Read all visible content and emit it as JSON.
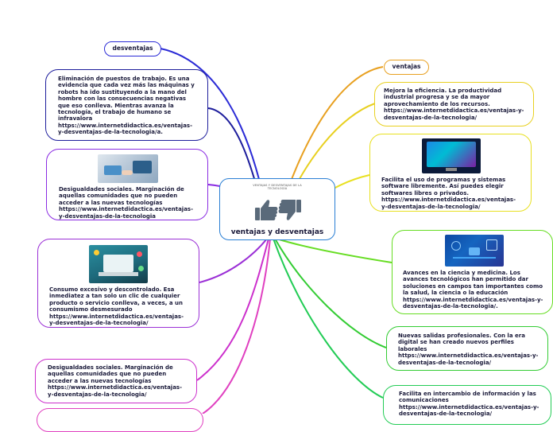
{
  "center": {
    "title": "ventajas y desventajas",
    "image_caption": "VENTAJAS Y DESVENTAJAS DE LA\nTECNOLOGÍA"
  },
  "left_branch": {
    "label": "desventajas",
    "items": [
      {
        "text": "Eliminación de puestos de trabajo. Es una evidencia que cada vez más las máquinas y robots ha ido sustituyendo a la mano del hombre con las consecuencias negativas que eso conlleva. Mientras avanza la tecnología, el trabajo de humano se infravalora\nhttps://www.internetdidactica.es/ventajas-y-desventajas-de-la-tecnologia/a."
      },
      {
        "text": "Desigualdades sociales. Marginación de aquellas comunidades que no pueden acceder a las nuevas tecnologías\nhttps://www.internetdidactica.es/ventajas-y-desventajas-de-la-tecnologia",
        "image": "hands-with-devices-image"
      },
      {
        "text": "Consumo excesivo y descontrolado. Esa inmediatez a tan solo un clic de cualquier producto o servicio conlleva, a veces, a un consumismo desmesurado\nhttps://www.internetdidactica.es/ventajas-y-desventajas-de-la-tecnologia/",
        "image": "laptop-apps-image"
      },
      {
        "text": "Desigualdades sociales. Marginación de aquellas comunidades que no pueden acceder a las nuevas tecnologías\nhttps://www.internetdidactica.es/ventajas-y-desventajas-de-la-tecnologia/"
      }
    ]
  },
  "right_branch": {
    "label": "ventajas",
    "items": [
      {
        "text": "Mejora la eficiencia. La productividad industrial progresa y se da mayor aprovechamiento de los recursos.\nhttps://www.internetdidactica.es/ventajas-y-desventajas-de-la-tecnologia/"
      },
      {
        "text": "Facilita el uso de programas y sistemas software libremente. Así puedes elegir softwares libres o privados.\nhttps://www.internetdidactica.es/ventajas-y-desventajas-de-la-tecnologia/",
        "image": "monitor-screen-image"
      },
      {
        "text": "Avances en la ciencia y medicina. Los avances tecnológicos han permitido dar soluciones en campos tan importantes como la salud, la ciencia o la educación\nhttps://www.internetdidactica.es/ventajas-y-desventajas-de-la-tecnologia/.",
        "image": "tech-network-image"
      },
      {
        "text": "Nuevas salidas profesionales. Con la era digital se han creado nuevos perfiles laborales\nhttps://www.internetdidactica.es/ventajas-y-desventajas-de-la-tecnologia/"
      },
      {
        "text": "Facilita en intercambio de información y las comunicaciones\nhttps://www.internetdidactica.es/ventajas-y-desventajas-de-la-tecnologia/"
      }
    ]
  },
  "colors": {
    "desventajas_branch": "#2b2bd6",
    "desventajas_item1": "#1d1d9c",
    "desventajas_item2": "#8a2be2",
    "desventajas_item3": "#9b30d6",
    "desventajas_item4": "#cc2fcc",
    "desventajas_item5": "#e040c0",
    "ventajas_branch": "#e8a020",
    "ventajas_item1": "#e8d020",
    "ventajas_item2": "#e8e020",
    "ventajas_item3": "#66dd22",
    "ventajas_item4": "#33cc33",
    "ventajas_item5": "#22cc55",
    "center_border": "#2a7fd4"
  }
}
